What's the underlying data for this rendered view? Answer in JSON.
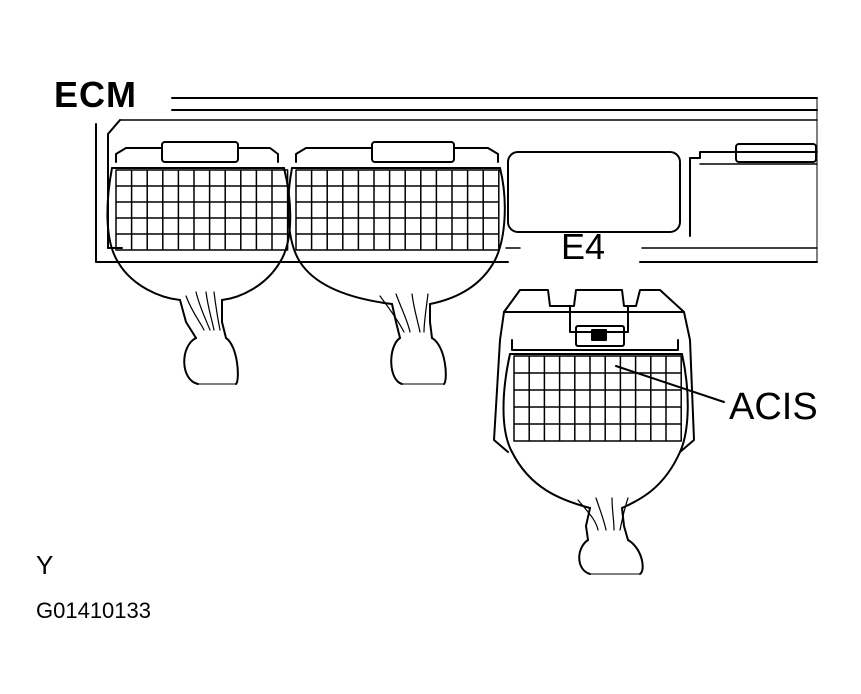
{
  "labels": {
    "ecm": "ECM",
    "connector": "E4",
    "terminal": "ACIS",
    "side_marker": "Y",
    "figure_code": "G01410133"
  },
  "colors": {
    "ink": "#000000",
    "paper": "#ffffff"
  }
}
